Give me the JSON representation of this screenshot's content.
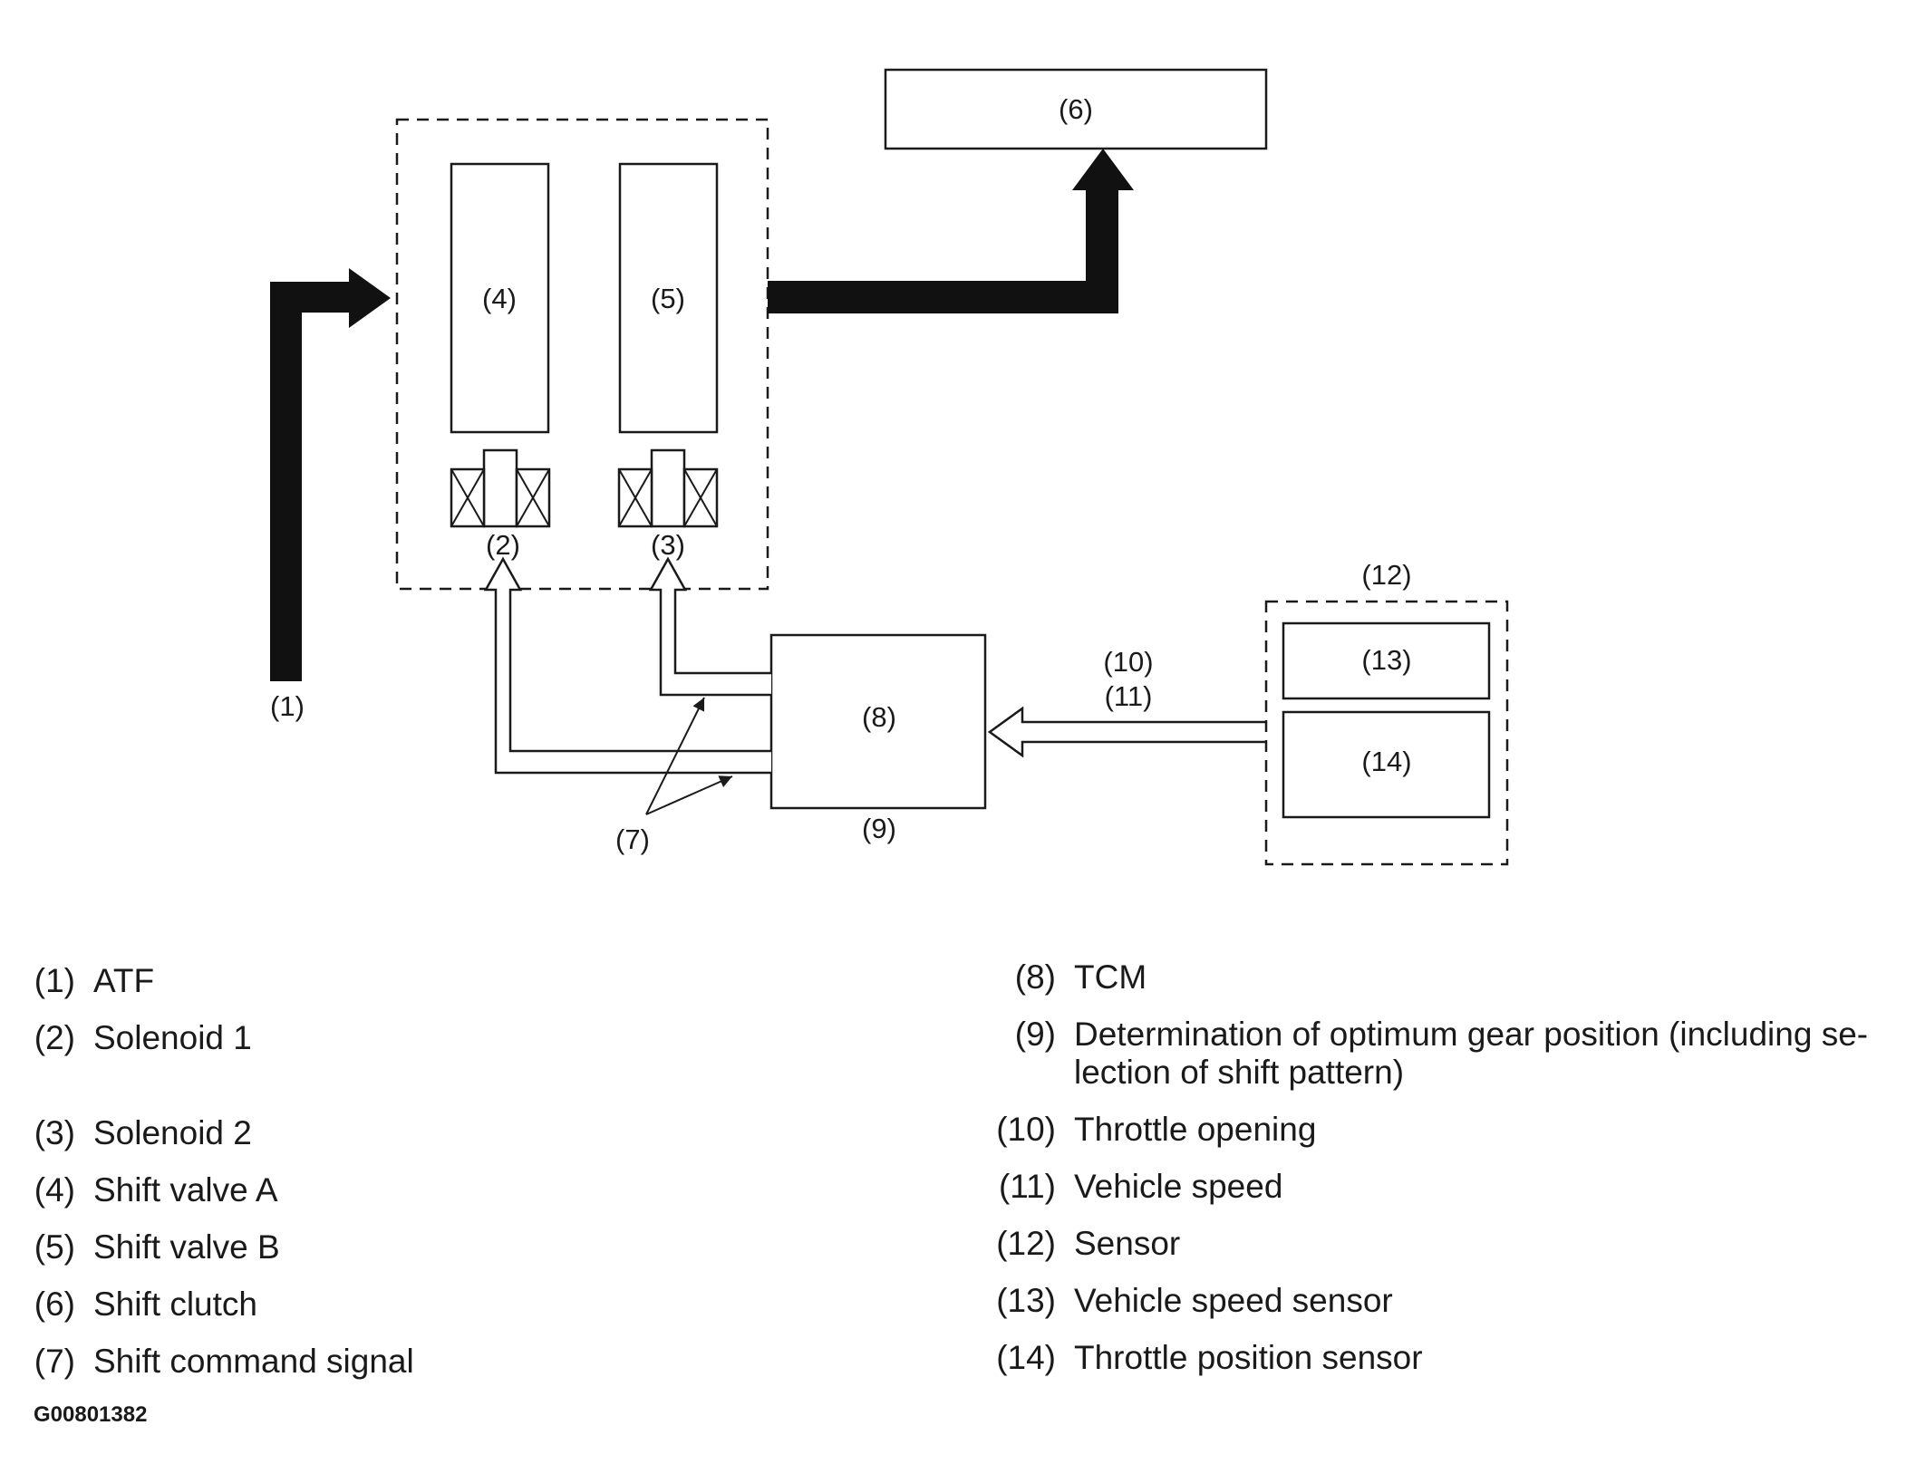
{
  "diagram": {
    "labels": {
      "l1": "(1)",
      "l2": "(2)",
      "l3": "(3)",
      "l4": "(4)",
      "l5": "(5)",
      "l6": "(6)",
      "l7": "(7)",
      "l8": "(8)",
      "l9": "(9)",
      "l10": "(10)",
      "l11": "(11)",
      "l12": "(12)",
      "l13": "(13)",
      "l14": "(14)"
    }
  },
  "legend": {
    "left": [
      {
        "num": "(1)",
        "text": "ATF"
      },
      {
        "num": "(2)",
        "text": "Solenoid 1"
      },
      {
        "num": "(3)",
        "text": "Solenoid 2"
      },
      {
        "num": "(4)",
        "text": "Shift valve A"
      },
      {
        "num": "(5)",
        "text": "Shift valve B"
      },
      {
        "num": "(6)",
        "text": "Shift clutch"
      },
      {
        "num": "(7)",
        "text": "Shift command signal"
      }
    ],
    "right": [
      {
        "num": "(8)",
        "text": "TCM"
      },
      {
        "num": "(9)",
        "text": "Determination of optimum gear position (including se-lection of shift pattern)"
      },
      {
        "num": "(10)",
        "text": "Throttle opening"
      },
      {
        "num": "(11)",
        "text": "Vehicle speed"
      },
      {
        "num": "(12)",
        "text": "Sensor"
      },
      {
        "num": "(13)",
        "text": "Vehicle speed sensor"
      },
      {
        "num": "(14)",
        "text": "Throttle position sensor"
      }
    ]
  },
  "figure_code": "G00801382"
}
